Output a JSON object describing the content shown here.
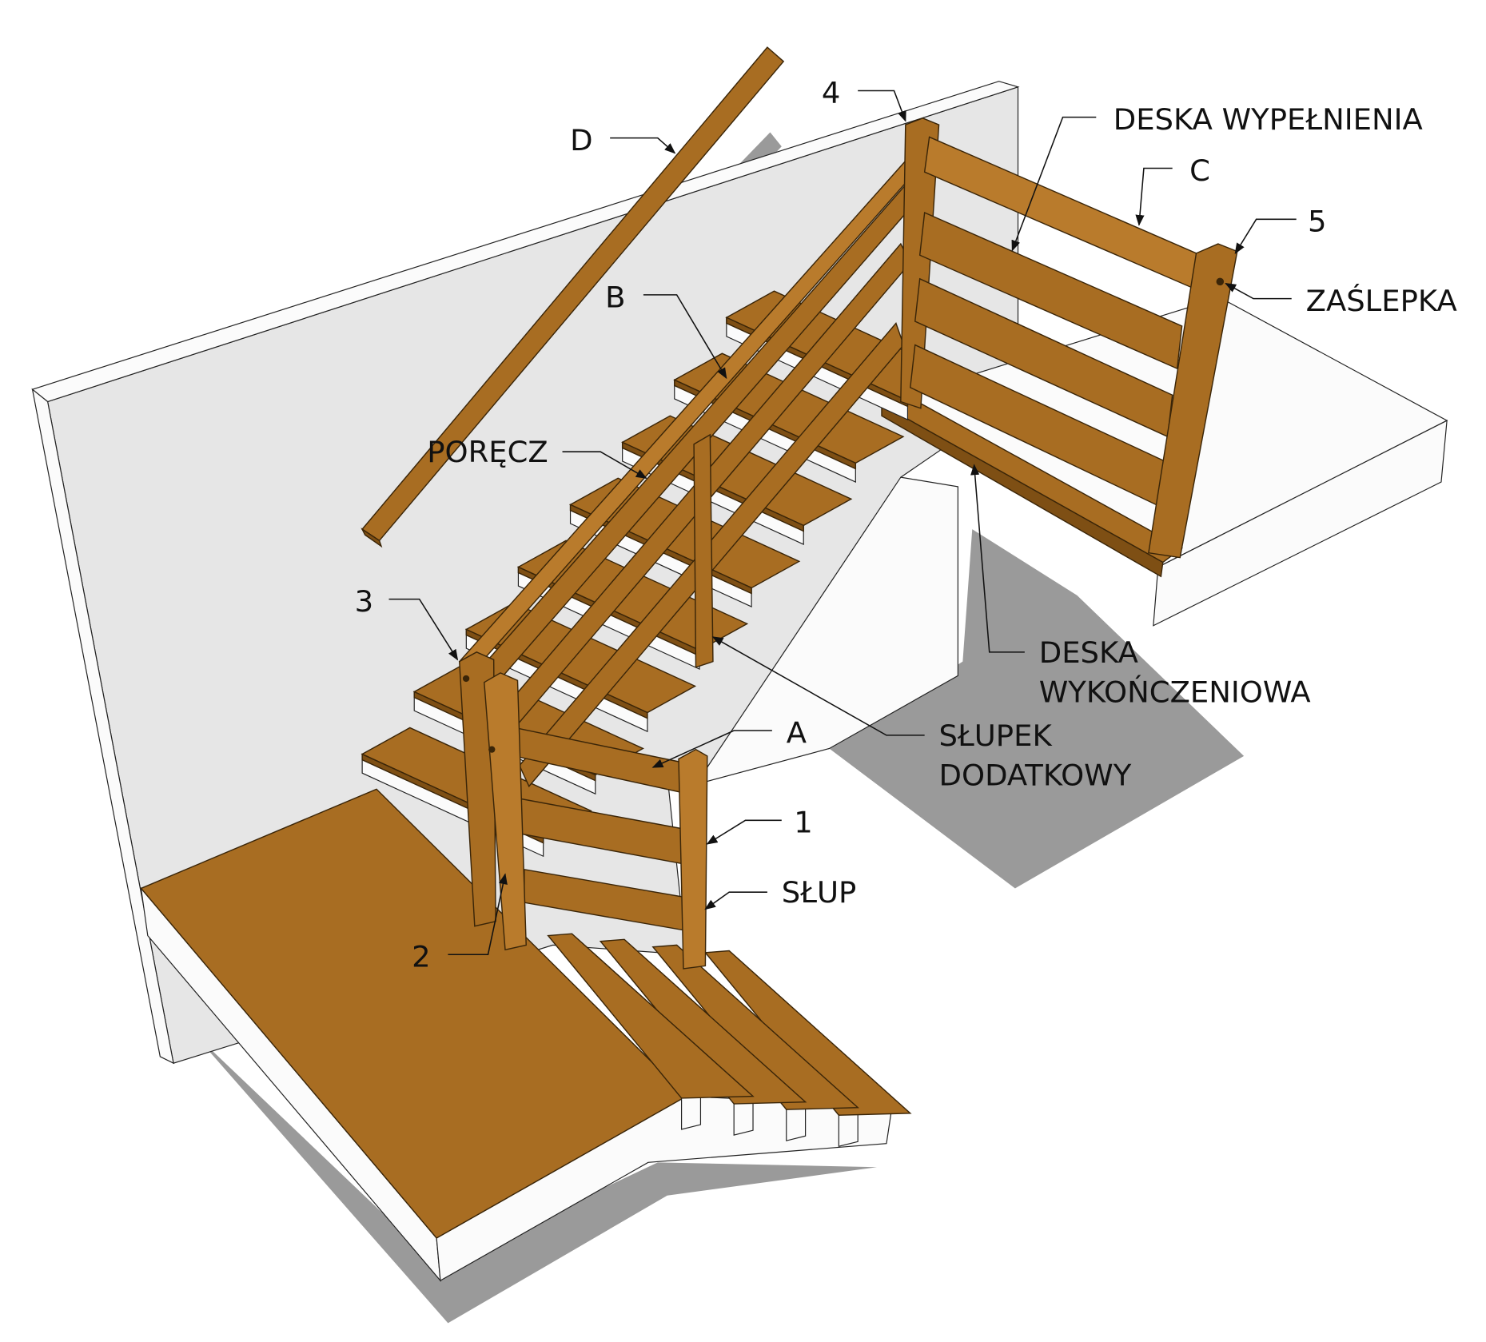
{
  "labels": {
    "D": "D",
    "n4": "4",
    "deska_wypelnienia": "DESKA WYPEŁNIENIA",
    "C": "C",
    "n5": "5",
    "zaslepka": "ZAŚLEPKA",
    "B": "B",
    "porecz": "PORĘCZ",
    "n3": "3",
    "deska_wykonczeniowa_1": "DESKA",
    "deska_wykonczeniowa_2": "WYKOŃCZENIOWA",
    "A": "A",
    "slupek_1": "SŁUPEK",
    "slupek_2": "DODATKOWY",
    "n1": "1",
    "slup": "SŁUP",
    "n2": "2"
  },
  "colors": {
    "wood": "#a86d22",
    "wall": "#e6e6e6",
    "shadow": "#9a9a9a"
  }
}
